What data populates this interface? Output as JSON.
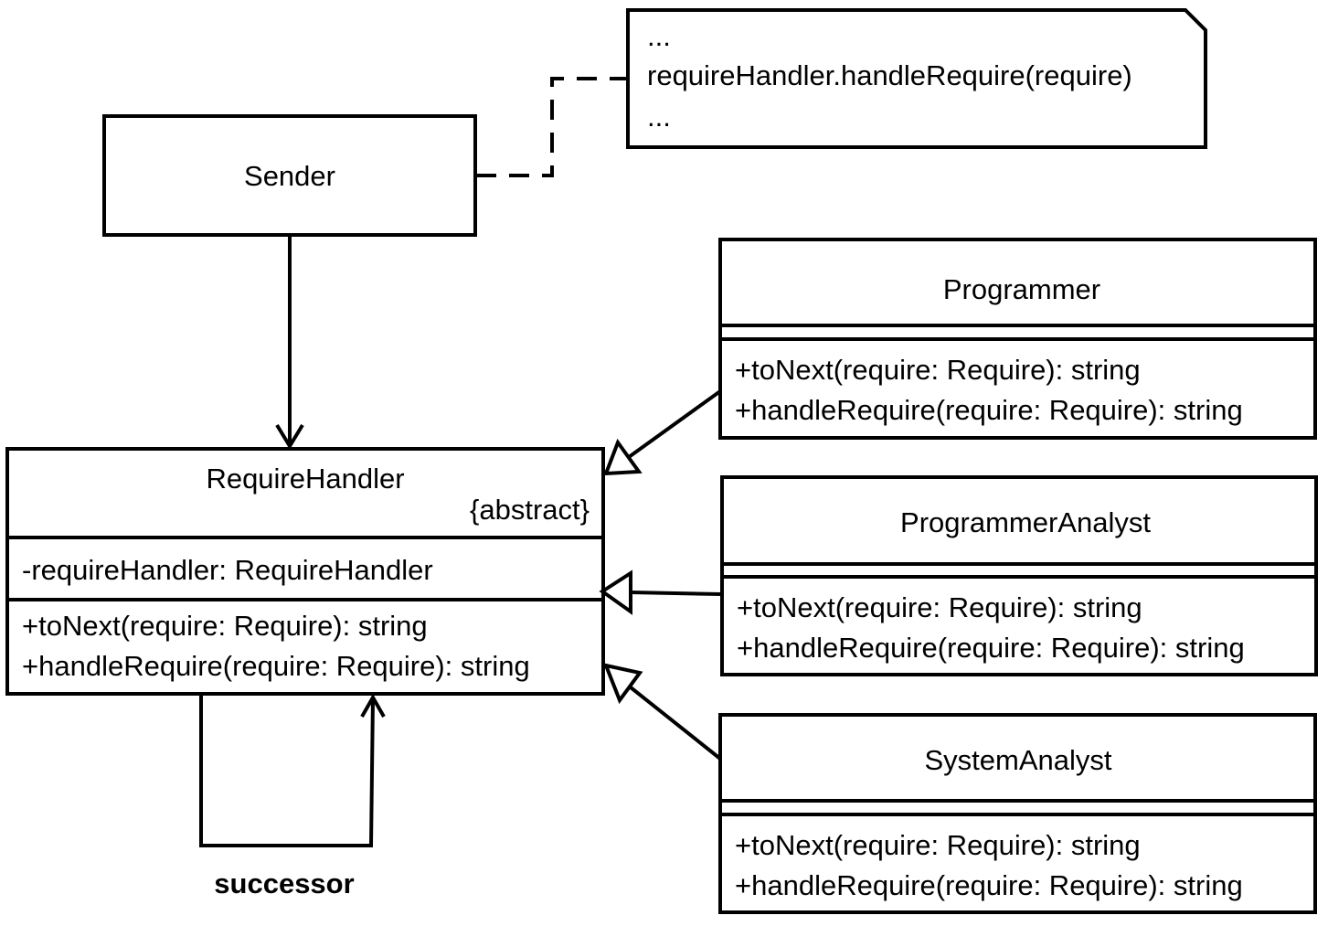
{
  "note": {
    "lines": [
      "...",
      "requireHandler.handleRequire(require)",
      "..."
    ]
  },
  "sender": {
    "name": "Sender"
  },
  "require_handler": {
    "name": "RequireHandler",
    "stereotype": "{abstract}",
    "attribute": "-requireHandler: RequireHandler",
    "methods": [
      "+toNext(require: Require): string",
      "+handleRequire(require: Require): string"
    ]
  },
  "self_association_label": "successor",
  "subclasses": [
    {
      "name": "Programmer",
      "methods": [
        "+toNext(require: Require): string",
        "+handleRequire(require: Require): string"
      ]
    },
    {
      "name": "ProgrammerAnalyst",
      "methods": [
        "+toNext(require: Require): string",
        "+handleRequire(require: Require): string"
      ]
    },
    {
      "name": "SystemAnalyst",
      "methods": [
        "+toNext(require: Require): string",
        "+handleRequire(require: Require): string"
      ]
    }
  ]
}
